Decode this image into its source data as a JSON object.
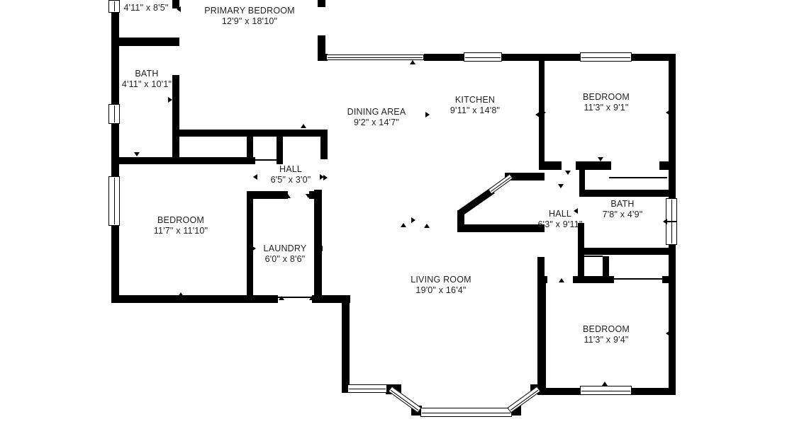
{
  "floorplan": {
    "rooms": [
      {
        "name": "",
        "dims": "4'11\" x 8'5\""
      },
      {
        "name": "PRIMARY BEDROOM",
        "dims": "12'9\" x 18'10\""
      },
      {
        "name": "BATH",
        "dims": "4'11\" x 10'1\""
      },
      {
        "name": "DINING AREA",
        "dims": "9'2\" x 14'7\""
      },
      {
        "name": "KITCHEN",
        "dims": "9'11\" x 14'8\""
      },
      {
        "name": "BEDROOM",
        "dims": "11'3\" x 9'1\""
      },
      {
        "name": "HALL",
        "dims": "6'5\" x 3'0\""
      },
      {
        "name": "BEDROOM",
        "dims": "11'7\" x 11'10\""
      },
      {
        "name": "LAUNDRY",
        "dims": "6'0\" x 8'6\""
      },
      {
        "name": "HALL",
        "dims": "6'3\" x 9'11\""
      },
      {
        "name": "BATH",
        "dims": "7'8\" x 4'9\""
      },
      {
        "name": "LIVING ROOM",
        "dims": "19'0\" x 16'4\""
      },
      {
        "name": "BEDROOM",
        "dims": "11'3\" x 9'4\""
      }
    ],
    "colors": {
      "wall": "#000000",
      "background": "#ffffff",
      "text": "#1e1e1e"
    }
  }
}
